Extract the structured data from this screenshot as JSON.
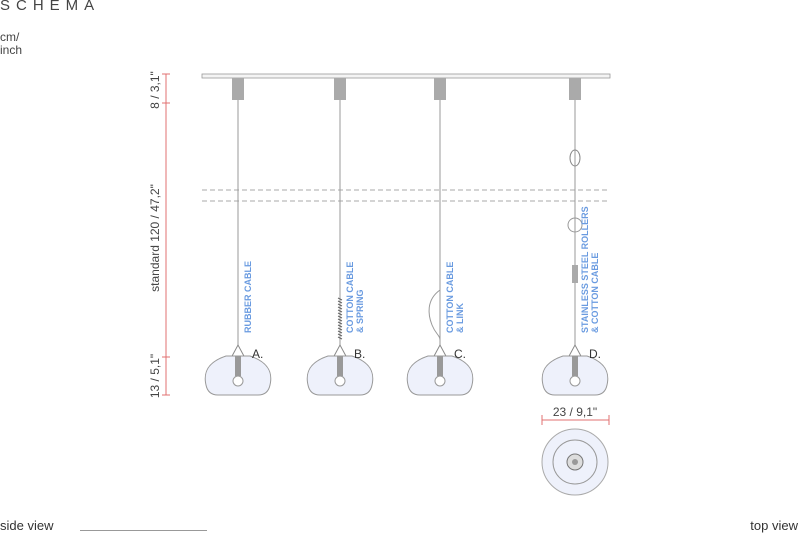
{
  "title": "SCHEMA",
  "units": [
    "cm/",
    "inch"
  ],
  "dimensions": {
    "top": "8 / 3,1\"",
    "cable": "standard 120 / 47,2\"",
    "shade": "13 / 5,1\"",
    "diameter": "23 / 9,1\""
  },
  "pendants": [
    {
      "letter": "A.",
      "lines": [
        "RUBBER CABLE"
      ]
    },
    {
      "letter": "B.",
      "lines": [
        "COTTON CABLE",
        "& SPRING"
      ]
    },
    {
      "letter": "C.",
      "lines": [
        "COTTON CABLE",
        "& LINK"
      ]
    },
    {
      "letter": "D.",
      "lines": [
        "STAINLESS STEEL ROLLERS",
        "& COTTON CABLE"
      ]
    }
  ],
  "footer": {
    "side_view": "side view",
    "top_view": "top view"
  },
  "colors": {
    "accent": "#6a9be0",
    "dimension": "#e07070"
  }
}
